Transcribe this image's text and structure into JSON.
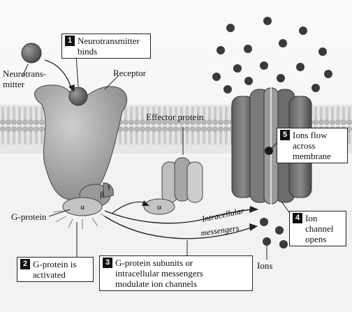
{
  "labels": {
    "neurotransmitter": "Neurotrans-\nmitter",
    "receptor": "Receptor",
    "effector_protein": "Effector protein",
    "g_protein": "G-protein",
    "intracellular": "Intracellular",
    "messengers": "messengers",
    "ions": "Ions",
    "alpha": "α",
    "beta": "β",
    "gamma": "γ"
  },
  "callouts": [
    {
      "number": "1",
      "text": "Neurotransmitter\nbinds"
    },
    {
      "number": "2",
      "text": "G-protein is\nactivated"
    },
    {
      "number": "3",
      "text": "G-protein subunits or\nintracellular messengers\nmodulate ion channels"
    },
    {
      "number": "4",
      "text": "Ion\nchannel\nopens"
    },
    {
      "number": "5",
      "text": "Ions flow\nacross\nmembrane"
    }
  ]
}
